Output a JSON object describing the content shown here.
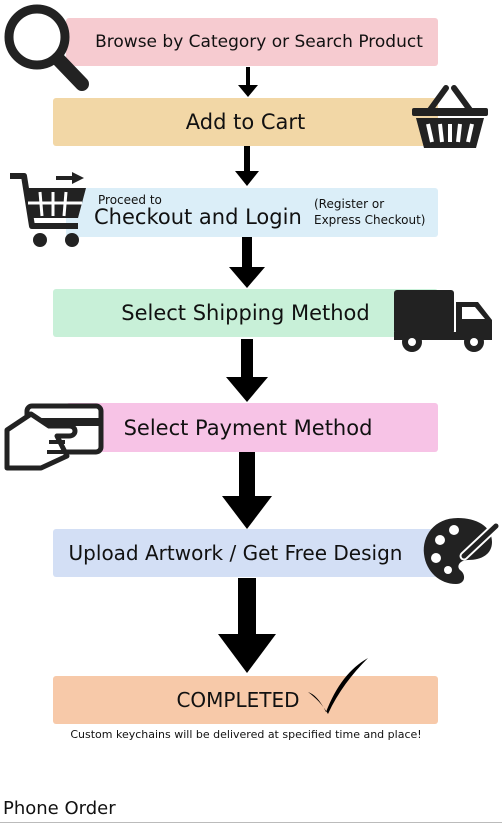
{
  "steps": {
    "browse": {
      "label": "Browse by Category or Search Product",
      "color": "#f6cbd0"
    },
    "cart": {
      "label": "Add to Cart",
      "color": "#f2d7a6"
    },
    "checkout": {
      "pre": "Proceed to",
      "label": "Checkout and Login",
      "side": "(Register or Express Checkout)",
      "side_line1": "(Register or",
      "side_line2": "Express Checkout)",
      "color": "#dbeef8"
    },
    "shipping": {
      "label": "Select Shipping Method",
      "color": "#c8f0d8"
    },
    "payment": {
      "label": "Select Payment Method",
      "color": "#f7c3e6"
    },
    "upload": {
      "label": "Upload Artwork / Get Free Design",
      "color": "#d3dff5"
    },
    "completed": {
      "label": "COMPLETED",
      "color": "#f7c9a9"
    }
  },
  "note": "Custom keychains will be delivered at specified time and place!",
  "footer": {
    "title": "Phone Order"
  },
  "icons": [
    "magnifier-icon",
    "basket-icon",
    "shopping-cart-icon",
    "truck-icon",
    "credit-card-hand-icon",
    "palette-icon",
    "checkmark-icon"
  ]
}
